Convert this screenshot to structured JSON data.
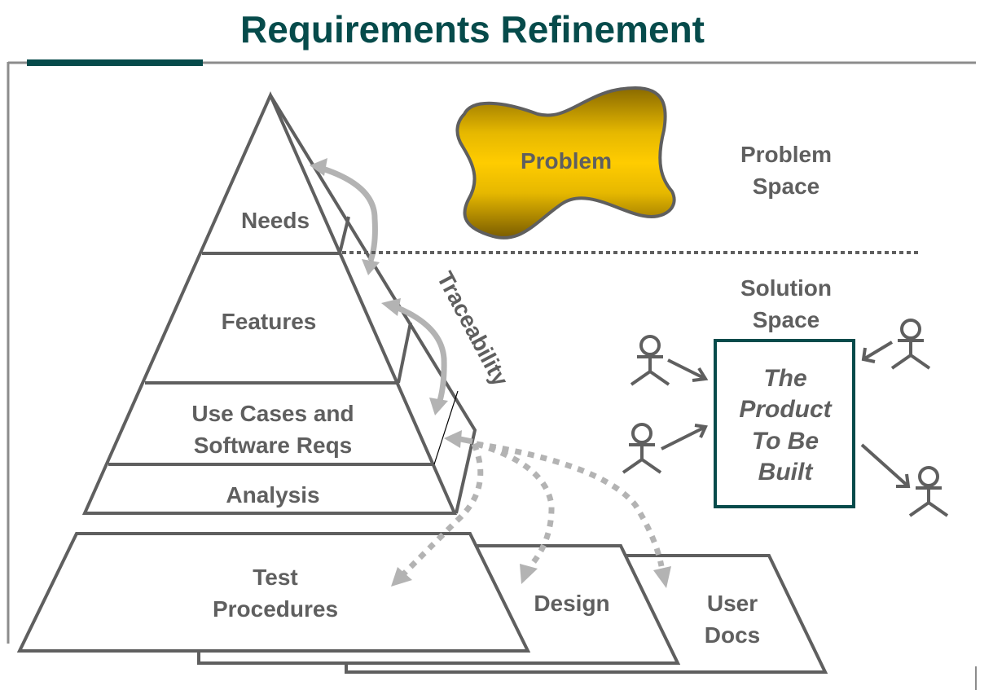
{
  "title": "Requirements Refinement",
  "colors": {
    "title": "#064b4b",
    "accent_bar": "#064b4b",
    "frame": "#8c8c8c",
    "text": "#5f5f5f",
    "arrow": "#b3b3b3",
    "problem_fill_center": "#ffcc00",
    "problem_fill_edge": "#8a6a00",
    "product_box_border": "#064b4b"
  },
  "pyramid": {
    "levels": [
      {
        "label": "Needs"
      },
      {
        "label": "Features"
      },
      {
        "label_lines": [
          "Use Cases and",
          "Software Reqs"
        ]
      },
      {
        "label": "Analysis"
      }
    ],
    "side_label": "Traceability"
  },
  "problem": {
    "blob_label": "Problem",
    "space_label_lines": [
      "Problem",
      "Space"
    ]
  },
  "solution": {
    "space_label_lines": [
      "Solution",
      "Space"
    ],
    "product_lines": [
      "The",
      "Product",
      "To Be",
      "Built"
    ]
  },
  "outputs": [
    {
      "label_lines": [
        "Test",
        "Procedures"
      ]
    },
    {
      "label_lines": [
        "Design"
      ]
    },
    {
      "label_lines": [
        "User",
        "Docs"
      ]
    }
  ]
}
